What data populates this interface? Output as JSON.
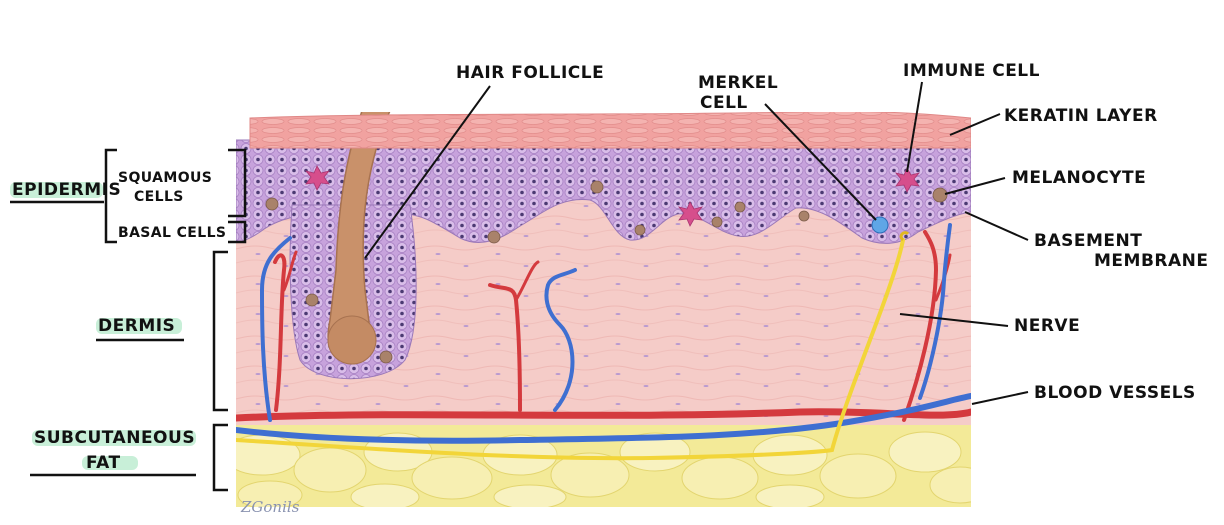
{
  "colors": {
    "keratin": "#f1a2a0",
    "epidermis": "#c9a4dc",
    "dermis": "#f6cfcb",
    "fat": "#f4ec9e",
    "artery": "#d83a3f",
    "vein": "#3f6fd1",
    "nerve": "#f2d539",
    "hair": "#c9916a",
    "highlight": "#c8efd8"
  },
  "left_labels": {
    "epidermis": "EPIDERMIS",
    "squamous_1": "SQUAMOUS",
    "squamous_2": "CELLS",
    "basal": "BASAL CELLS",
    "dermis": "DERMIS",
    "subcut_1": "SUBCUTANEOUS",
    "subcut_2": "FAT"
  },
  "right_labels": {
    "hair_follicle": "HAIR FOLLICLE",
    "merkel_1": "MERKEL",
    "merkel_2": "CELL",
    "immune_cell": "IMMUNE CELL",
    "keratin_layer": "KERATIN LAYER",
    "melanocyte": "MELANOCYTE",
    "basement_1": "BASEMENT",
    "basement_2": "MEMBRANE",
    "nerve": "NERVE",
    "blood_vessels": "BLOOD VESSELS"
  },
  "signature": "ZGonils"
}
